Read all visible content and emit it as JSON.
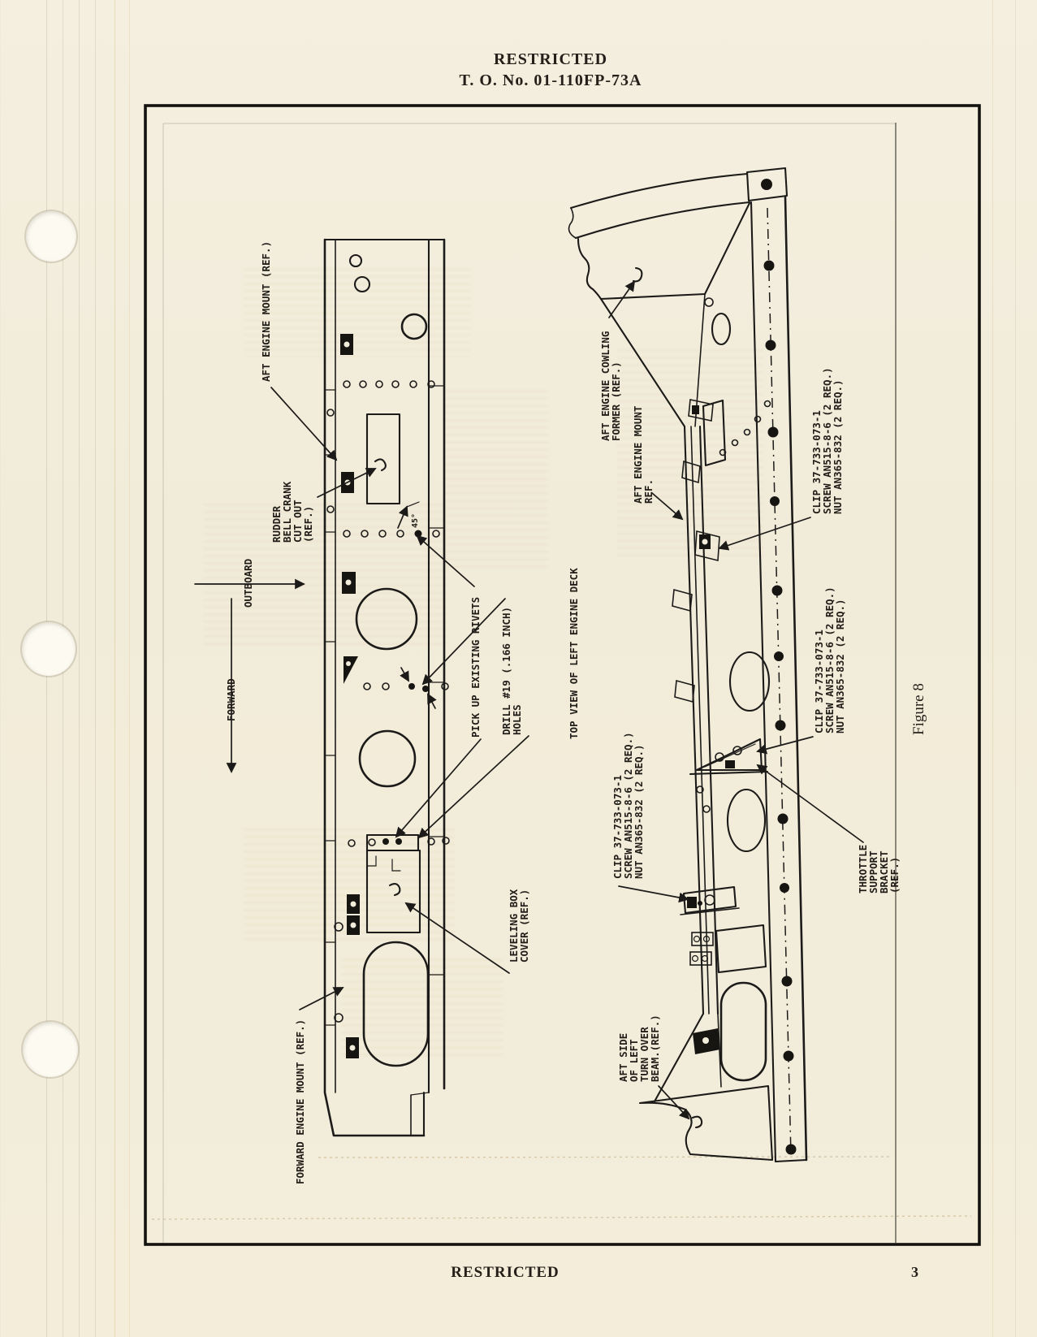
{
  "page": {
    "header_restricted": "RESTRICTED",
    "header_to_number": "T. O. No. 01-110FP-73A",
    "footer_restricted": "RESTRICTED",
    "page_number": "3",
    "figure_label": "Figure 8"
  },
  "colors": {
    "paper": "#f2ecdb",
    "ink": "#1c1b19"
  },
  "left_view": {
    "caption": "TOP VIEW OF LEFT ENGINE DECK",
    "labels": {
      "aft_engine_mount": "AFT ENGINE MOUNT (REF.)",
      "rudder_bell_crank": [
        "RUDDER",
        "BELL CRANK",
        "CUT OUT",
        "(REF.)"
      ],
      "outboard": "OUTBOARD",
      "forward": "FORWARD",
      "angle": "45°",
      "pick_up_rivets": "PICK UP EXISTING RIVETS",
      "drill_holes": [
        "DRILL #19 (.166 INCH)",
        "HOLES"
      ],
      "leveling_box_cover": [
        "LEVELING BOX",
        "COVER (REF.)"
      ],
      "forward_engine_mount": "FORWARD ENGINE MOUNT (REF.)"
    }
  },
  "right_view": {
    "labels": {
      "aft_engine_cowling_former": [
        "AFT ENGINE COWLING",
        "FORMER (REF.)"
      ],
      "aft_engine_mount": [
        "AFT ENGINE MOUNT",
        "REF."
      ],
      "clip_upper": [
        "CLIP 37-733-073-1",
        "SCREW AN515-8-6 (2 REQ.)",
        "NUT AN365-832 (2 REQ.)"
      ],
      "clip_middle": [
        "CLIP 37-733-073-1",
        "SCREW AN515-8-6 (2 REQ.)",
        "NUT AN365-832 (2 REQ.)"
      ],
      "clip_lower": [
        "CLIP 37-733-073-1",
        "SCREW AN515-8-6 (2 REQ.)",
        "NUT AN365-832 (2 REQ.)"
      ],
      "throttle_support_bracket": [
        "THROTTLE",
        "SUPPORT",
        "BRACKET",
        "(REF.)"
      ],
      "aft_side_turn_over_beam": [
        "AFT SIDE",
        "OF LEFT",
        "TURN OVER",
        "BEAM.(REF.)"
      ]
    }
  }
}
